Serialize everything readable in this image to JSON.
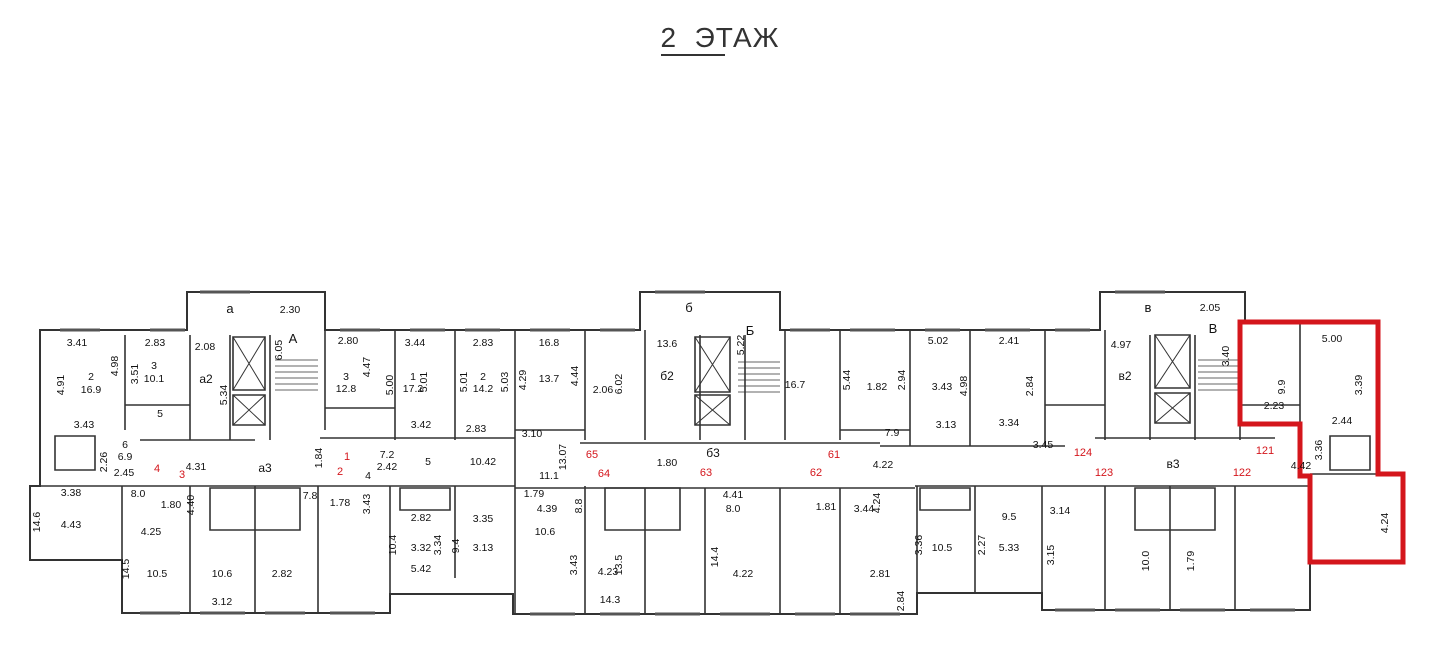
{
  "floor_title": {
    "number": "2",
    "word": "ЭТАЖ"
  },
  "highlight_color": "#d4161c",
  "wall_color": "#333333",
  "labels": {
    "sections": [
      "а",
      "б",
      "в",
      "А",
      "Б",
      "В"
    ],
    "stair_rooms": [
      "а2",
      "б2",
      "в2"
    ],
    "corridors": [
      "а3",
      "б3",
      "в3"
    ],
    "apt_numbers_red": [
      "4",
      "3",
      "1",
      "2",
      "65",
      "64",
      "63",
      "62",
      "61",
      "124",
      "123",
      "122",
      "121"
    ]
  },
  "dimensions": [
    "3.41",
    "2.83",
    "4.91",
    "4.98",
    "2",
    "16.9",
    "3.51",
    "3",
    "10.1",
    "2.08",
    "3.43",
    "5",
    "6",
    "2.26",
    "6.9",
    "2.45",
    "2.30",
    "6.05",
    "5.34",
    "2.80",
    "4.47",
    "3",
    "12.8",
    "3.44",
    "5.00",
    "1",
    "17.2",
    "5.01",
    "2.83",
    "5.01",
    "2",
    "14.2",
    "5.03",
    "3.42",
    "2.83",
    "1.84",
    "7.2",
    "2.42",
    "4",
    "5",
    "10.42",
    "4.31",
    "3.38",
    "14.6",
    "4.43",
    "8.0",
    "1.80",
    "4.40",
    "7.8",
    "1.78",
    "3.43",
    "4.25",
    "14.5",
    "10.5",
    "10.6",
    "2.82",
    "3.12",
    "2.82",
    "3.35",
    "10.4",
    "3.32",
    "3.34",
    "9.4",
    "3.13",
    "5.42",
    "16.8",
    "4.29",
    "13.7",
    "4.44",
    "2.06",
    "6.02",
    "13.6",
    "5.22",
    "16.7",
    "5.44",
    "1.82",
    "2.94",
    "3.10",
    "13.07",
    "11.1",
    "1.80",
    "4.22",
    "7.9",
    "1.79",
    "4.39",
    "8.8",
    "4.41",
    "8.0",
    "1.81",
    "3.44",
    "4.24",
    "10.6",
    "3.43",
    "4.23",
    "13.5",
    "14.4",
    "4.22",
    "2.81",
    "2.84",
    "14.3",
    "5.02",
    "3.43",
    "4.98",
    "2.41",
    "2.84",
    "3.45",
    "3.13",
    "3.34",
    "9.5",
    "3.36",
    "10.5",
    "2.27",
    "5.33",
    "2.05",
    "3.40",
    "4.97",
    "5.00",
    "9.9",
    "3.39",
    "2.23",
    "2.44",
    "3.36",
    "4.42",
    "4.24",
    "3.14",
    "3.15",
    "10.0",
    "1.79"
  ]
}
